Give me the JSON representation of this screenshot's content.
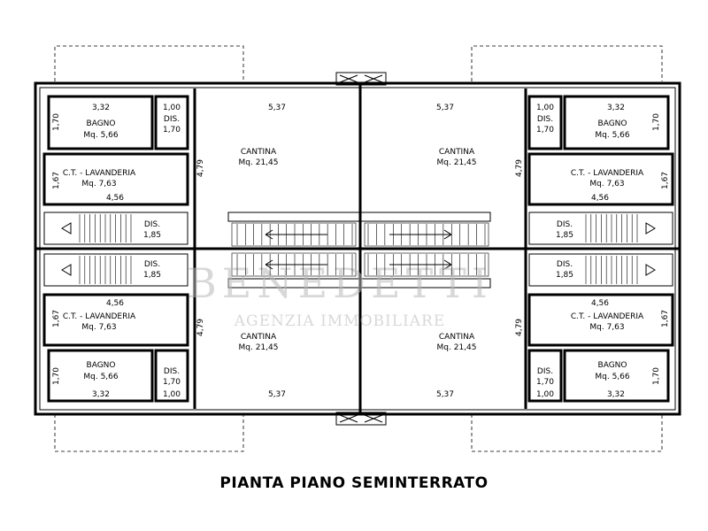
{
  "title": "PIANTA PIANO SEMINTERRATO",
  "watermark": {
    "brand": "BENEDETTI",
    "subtitle": "AGENZIA IMMOBILIARE"
  },
  "rooms": {
    "bagno": "BAGNO",
    "bagno_area": "Mq. 5,66",
    "dis": "DIS.",
    "dis_small": "1,70",
    "dis_stair": "1,85",
    "ct": "C.T. - LAVANDERIA",
    "ct_area": "Mq. 7,63",
    "cantina": "CANTINA",
    "cantina_area": "Mq. 21,45"
  },
  "dims": {
    "bagno_w": "3,32",
    "bagno_h": "1,70",
    "dis_w": "1,00",
    "ct_w": "4,56",
    "ct_h": "1,67",
    "cantina_w": "5,37",
    "cantina_h": "4,79"
  }
}
